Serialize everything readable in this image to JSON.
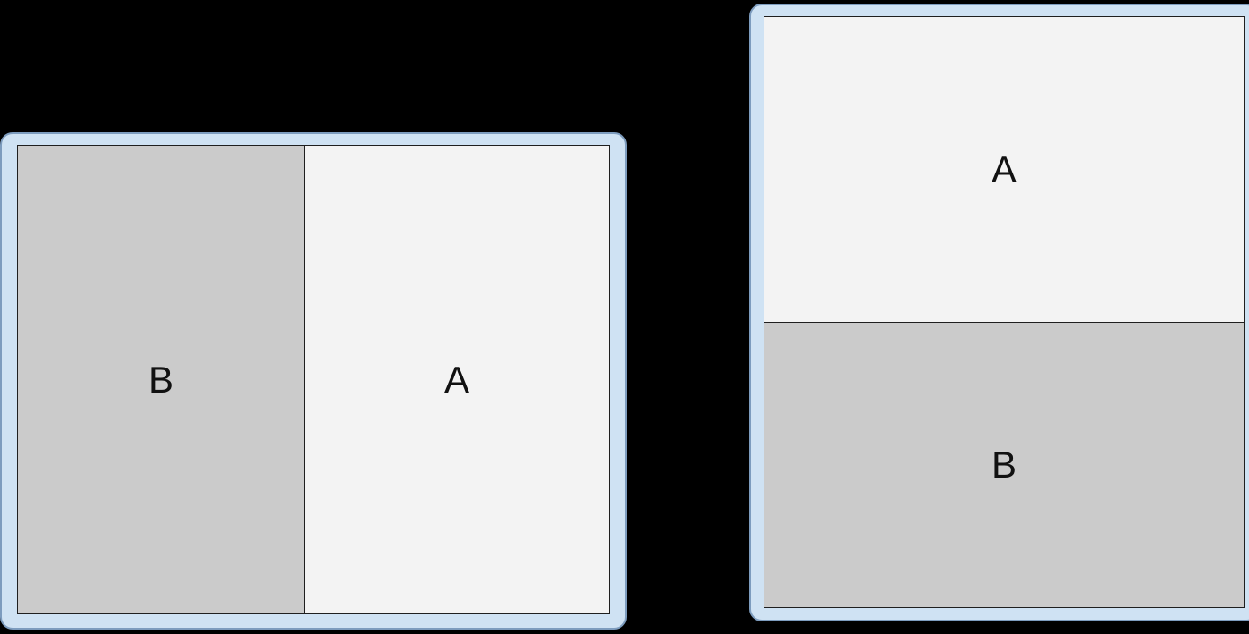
{
  "canvas": {
    "background": "#000000"
  },
  "landscape_device": {
    "layout": "split-horizontal",
    "frame_fill": "#cfe2f3",
    "frame_border": "#7d9cbe",
    "left_pane": {
      "label": "B",
      "fill": "#cbcbcb"
    },
    "right_pane": {
      "label": "A",
      "fill": "#f3f3f3"
    }
  },
  "portrait_device": {
    "layout": "split-vertical",
    "frame_fill": "#cfe2f3",
    "frame_border": "#7d9cbe",
    "top_pane": {
      "label": "A",
      "fill": "#f3f3f3"
    },
    "bottom_pane": {
      "label": "B",
      "fill": "#cbcbcb"
    }
  }
}
